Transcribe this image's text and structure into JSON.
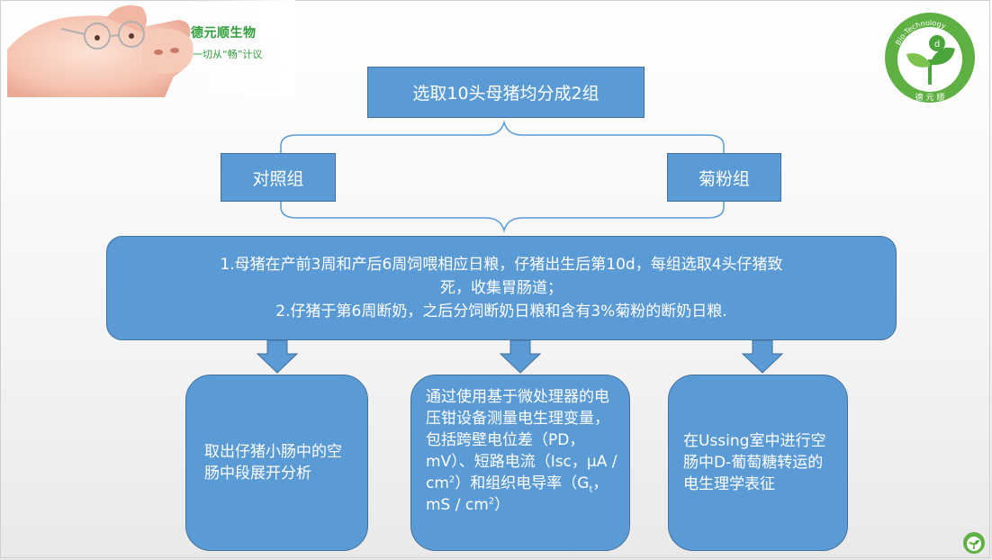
{
  "brand": {
    "name": "德元顺生物",
    "slogan": "一切从“畅”计议",
    "logo_text": "Bio-Technology",
    "logo_chars": "德 元 顺",
    "colors": {
      "green": "#2f9e3a",
      "box_fill": "#5b9bd5",
      "box_border": "#41719c"
    }
  },
  "flow": {
    "title": "选取10头母猪均分成2组",
    "group_control": "对照组",
    "group_inulin": "菊粉组",
    "procedure_line1": "1.母猪在产前3周和产后6周饲喂相应日粮，仔猪出生后第10d，每组选取4头仔猪致",
    "procedure_line2": "死，收集胃肠道；",
    "procedure_line3": "2.仔猪于第6周断奶，之后分饲断奶日粮和含有3%菊粉的断奶日粮.",
    "step1": "取出仔猪小肠中的空肠中段展开分析",
    "step2_a": "通过使用基于微处理器的电压钳设备测量电生理变量，包括跨壁电位差（PD，mV）、短路电流（Isc，μA / cm",
    "step2_sup1": "2",
    "step2_b": "）和组织电导率（G",
    "step2_sub": "t",
    "step2_c": "，mS / cm",
    "step2_sup2": "2",
    "step2_d": "）",
    "step3": "在Ussing室中进行空肠中D-葡萄糖转运的电生理学表征"
  }
}
